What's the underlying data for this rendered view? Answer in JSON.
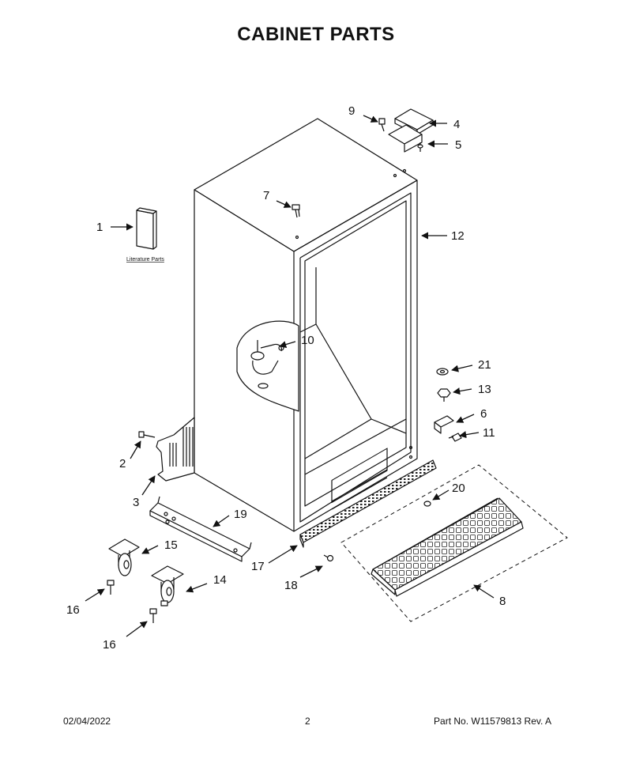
{
  "title": "CABINET PARTS",
  "literature_label": "Literature Parts",
  "callouts": [
    "1",
    "2",
    "3",
    "4",
    "5",
    "6",
    "7",
    "8",
    "9",
    "10",
    "11",
    "12",
    "13",
    "14",
    "15",
    "16",
    "16",
    "17",
    "18",
    "19",
    "20",
    "21"
  ],
  "footer": {
    "date": "02/04/2022",
    "page": "2",
    "part": "Part No.  W11579813  Rev.  A"
  }
}
